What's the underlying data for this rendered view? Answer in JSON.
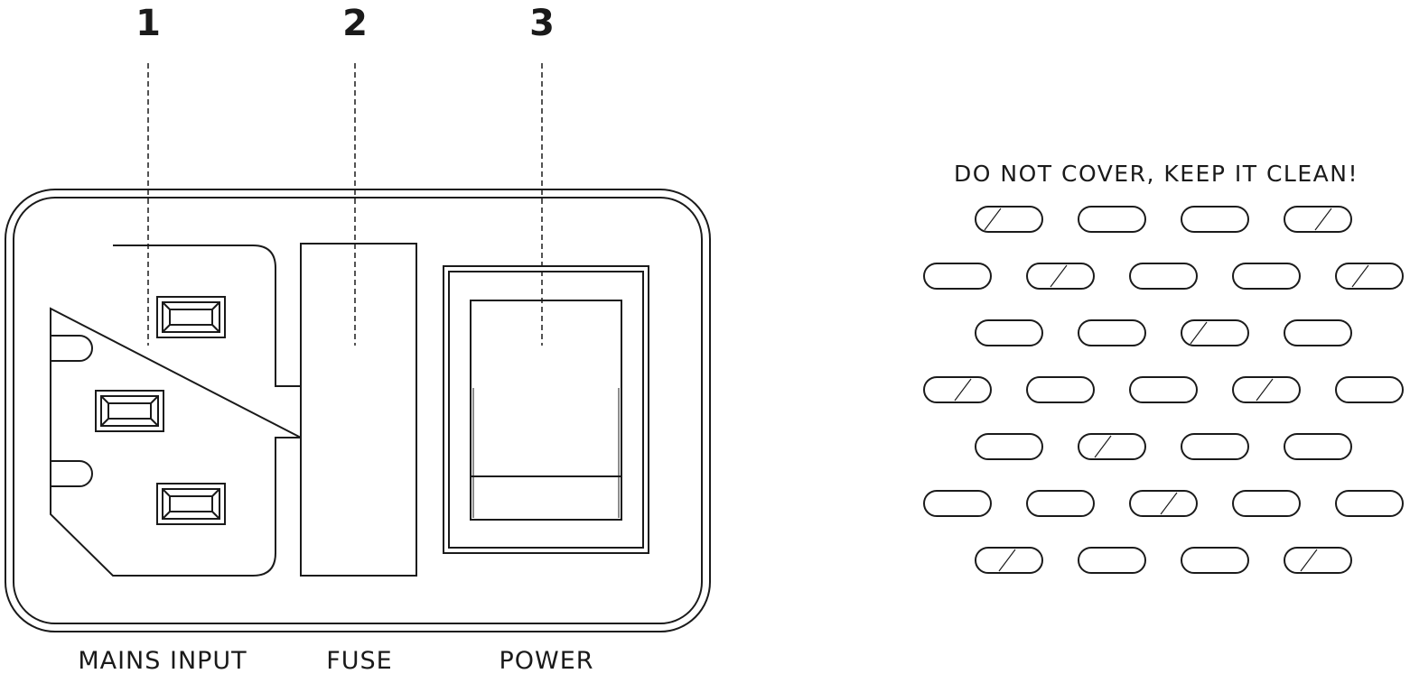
{
  "callouts": {
    "one": "1",
    "two": "2",
    "three": "3"
  },
  "captions": {
    "mains_input": "MAINS INPUT",
    "fuse": "FUSE",
    "power": "POWER"
  },
  "vent": {
    "warning": "DO NOT COVER, KEEP IT CLEAN!",
    "rows": [
      4,
      5,
      4,
      5,
      4,
      5,
      4
    ]
  },
  "colors": {
    "line": "#1a1a1a",
    "background": "#ffffff"
  }
}
